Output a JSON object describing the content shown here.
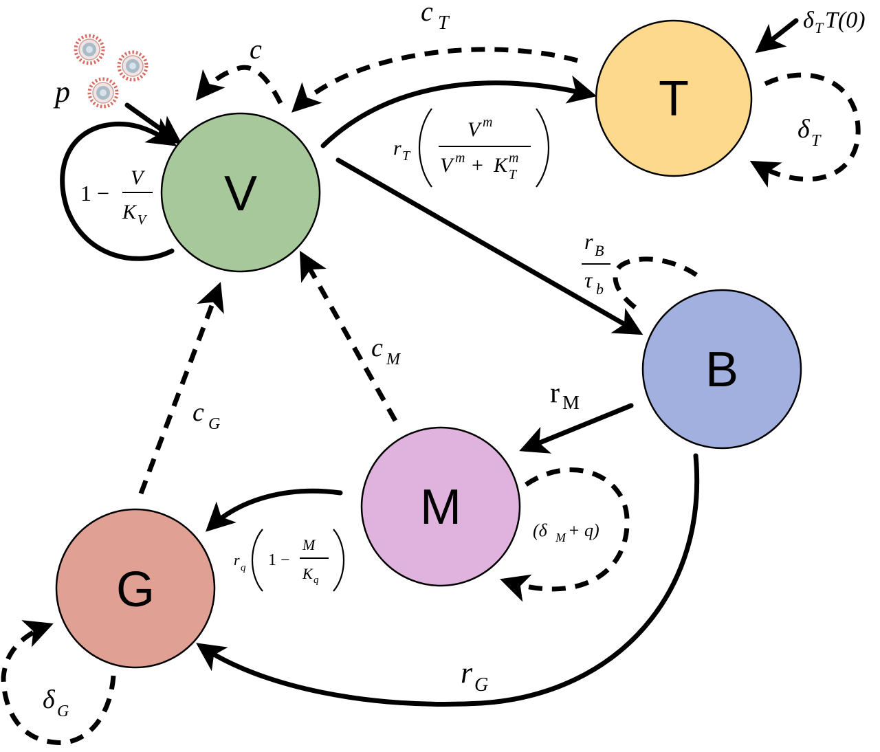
{
  "nodes": {
    "V": {
      "label": "V",
      "color": "#a7c89a"
    },
    "T": {
      "label": "T",
      "color": "#fcd98d"
    },
    "B": {
      "label": "B",
      "color": "#a1b0df"
    },
    "M": {
      "label": "M",
      "color": "#dfb3de"
    },
    "G": {
      "label": "G",
      "color": "#e0a093"
    }
  },
  "labels": {
    "p": "p",
    "c": "c",
    "cT_main": "c",
    "cT_sub": "T",
    "deltaT_T0_delta": "δ",
    "deltaT_T0_sub": "T",
    "deltaT_T0_rest": "T(0)",
    "deltaT_delta": "δ",
    "deltaT_sub": "T",
    "logistic_one": "1 −",
    "logistic_num": "V",
    "logistic_den_main": "K",
    "logistic_den_sub": "V",
    "rT_main": "r",
    "rT_sub": "T",
    "rT_num_main": "V",
    "rT_num_sup": "m",
    "rT_den_V": "V",
    "rT_den_sup": "m",
    "rT_den_plus": "+",
    "rT_den_K": "K",
    "rT_den_Ksub": "T",
    "rT_den_Ksup": "m",
    "rB_main": "r",
    "rB_sub": "B",
    "taub_main": "τ",
    "taub_sub": "b",
    "cM_main": "c",
    "cM_sub": "M",
    "rM_main": "r",
    "rM_sub": "M",
    "cG_main": "c",
    "cG_sub": "G",
    "deltaM_open": "(δ",
    "deltaM_sub": "M",
    "deltaM_rest": "+ q)",
    "rq_main": "r",
    "rq_sub": "q",
    "rq_one": "1 −",
    "rq_num": "M",
    "rq_den_main": "K",
    "rq_den_sub": "q",
    "rG_main": "r",
    "rG_sub": "G",
    "deltaG_delta": "δ",
    "deltaG_sub": "G"
  },
  "icons": [
    "virus-icon",
    "virus-icon",
    "virus-icon"
  ]
}
